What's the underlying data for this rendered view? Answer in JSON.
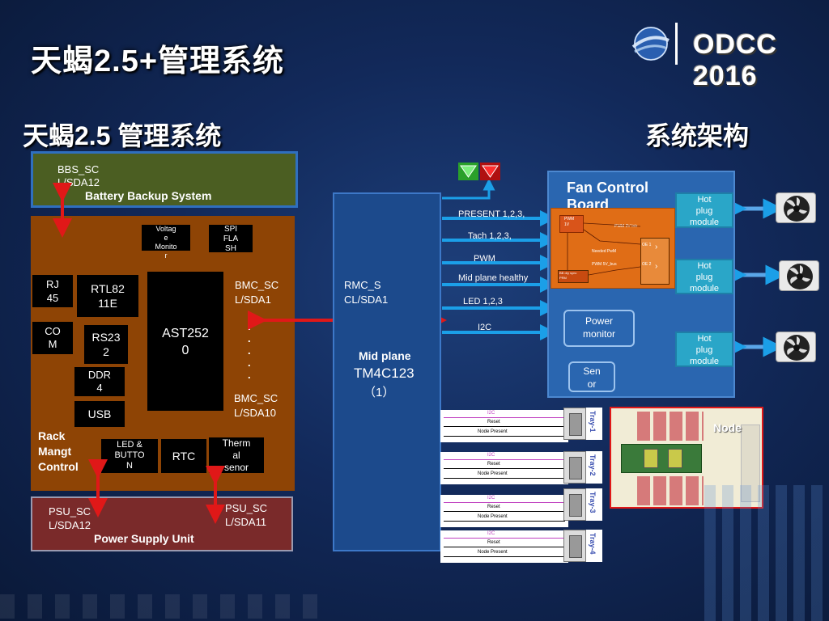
{
  "slide": {
    "title": "天蝎2.5+管理系统",
    "left_heading": "天蝎2.5 管理系统",
    "right_heading": "系统架构",
    "logo_text": "ODCC 2016"
  },
  "bbs": {
    "bus": "BBS_SC\nL/SDA12",
    "name": "Battery Backup System"
  },
  "rmc": {
    "rj45": "RJ\n45",
    "rtl": "RTL82\n11E",
    "ast": "AST252\n0",
    "com": "CO\nM",
    "rs232": "RS23\n2",
    "ddr": "DDR\n4",
    "usb": "USB",
    "voltage": "Voltag\ne\nMonito\nr",
    "spi": "SPI\nFLA\nSH",
    "bmc1": "BMC_SC\nL/SDA1",
    "dots": ".\n.\n.\n.\n.",
    "bmc10": "BMC_SC\nL/SDA10",
    "name": "Rack\nMangt\nControl",
    "led": "LED &\nBUTTO\nN",
    "rtc": "RTC",
    "thermal": "Therm\nal\nsenor"
  },
  "psu": {
    "bus1": "PSU_SC\nL/SDA12",
    "bus2": "PSU_SC\nL/SDA11",
    "name": "Power Supply Unit"
  },
  "midplane": {
    "bus": "RMC_S\nCL/SDA1",
    "name": "Mid plane",
    "chip": "TM4C123",
    "count": "（1）"
  },
  "signals": [
    "PRESENT 1,2,3,",
    "Tach 1,2,3,",
    "PWM",
    "Mid plane healthy",
    "LED 1,2,3",
    "I2C"
  ],
  "fan_board": {
    "title": "Fan Control Board",
    "inner": {
      "pwm_small": "PWM\n1V",
      "pwm_3v": "PWM 3V Intr",
      "needed": "Needed PwM",
      "pwm_5v": "PWM 5V_bus",
      "oe1": "OE 1",
      "oe2": "OE 2",
      "chip": "BB dry sync\nPRM"
    },
    "power_monitor": "Power\nmonitor",
    "sensor": "Sen\nor",
    "hot_plug": "Hot\nplug\nmodule"
  },
  "trays": [
    {
      "i2c": "I2C",
      "reset": "Reset",
      "present": "Node Present",
      "label": "Tray-1"
    },
    {
      "i2c": "I2C",
      "reset": "Reset",
      "present": "Node Present",
      "label": "Tray-2"
    },
    {
      "i2c": "I2C",
      "reset": "Reset",
      "present": "Node Present",
      "label": "Tray-3"
    },
    {
      "i2c": "I2C",
      "reset": "Reset",
      "present": "Node Present",
      "label": "Tray-4"
    }
  ],
  "node_label": "Node",
  "colors": {
    "green_box": "#4b5e22",
    "orange_box": "#8e4405",
    "red_box": "#7a2a2a",
    "blue_box": "#1c4a8c",
    "arrow_blue": "#1b9fe8",
    "arrow_red": "#e01818"
  }
}
